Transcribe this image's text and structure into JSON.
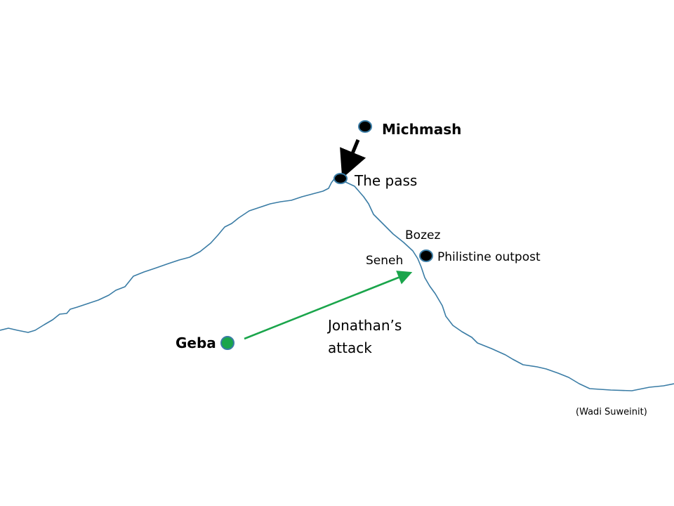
{
  "map": {
    "places": {
      "michmash": {
        "label": "Michmash",
        "color": "#000000"
      },
      "pass": {
        "label": "The pass",
        "color": "#000000"
      },
      "outpost": {
        "label": "Philistine outpost",
        "color": "#000000"
      },
      "geba": {
        "label": "Geba",
        "color": "#1aa54b"
      }
    },
    "features": {
      "bozez": {
        "label": "Bozez"
      },
      "seneh": {
        "label": "Seneh"
      },
      "wadi": {
        "label": "(Wadi Suweinit)"
      }
    },
    "attack": {
      "label_line1": "Jonathan’s",
      "label_line2": "attack",
      "color": "#1aa54b"
    },
    "colors": {
      "wadi_line": "#3a7ca5",
      "marker_outline": "#3a7ca5",
      "arrow_black": "#000000"
    }
  }
}
